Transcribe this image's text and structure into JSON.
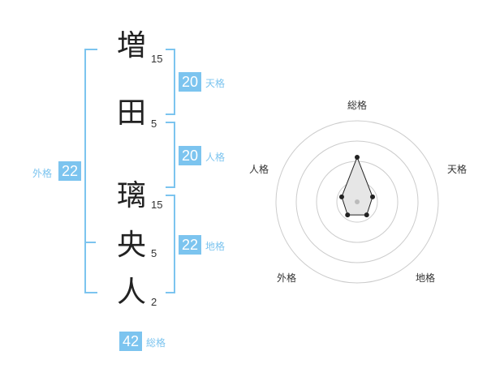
{
  "name_chars": [
    {
      "char": "増",
      "strokes": "15"
    },
    {
      "char": "田",
      "strokes": "5"
    },
    {
      "char": "璃",
      "strokes": "15"
    },
    {
      "char": "央",
      "strokes": "5"
    },
    {
      "char": "人",
      "strokes": "2"
    }
  ],
  "kaku": {
    "tenkaku": {
      "label": "天格",
      "value": "20"
    },
    "jinkaku": {
      "label": "人格",
      "value": "20"
    },
    "chikaku": {
      "label": "地格",
      "value": "22"
    },
    "gaikaku": {
      "label": "外格",
      "value": "22"
    },
    "soukaku": {
      "label": "総格",
      "value": "42"
    }
  },
  "colors": {
    "accent": "#7cc4ef",
    "radar_line": "#222222",
    "radar_fill": "#e6e6e6",
    "ring": "#cccccc"
  },
  "chart_data": {
    "type": "radar",
    "axes": [
      "総格",
      "天格",
      "地格",
      "外格",
      "人格"
    ],
    "levels": 4,
    "values": [
      0.55,
      0.2,
      0.2,
      0.2,
      0.2
    ]
  }
}
